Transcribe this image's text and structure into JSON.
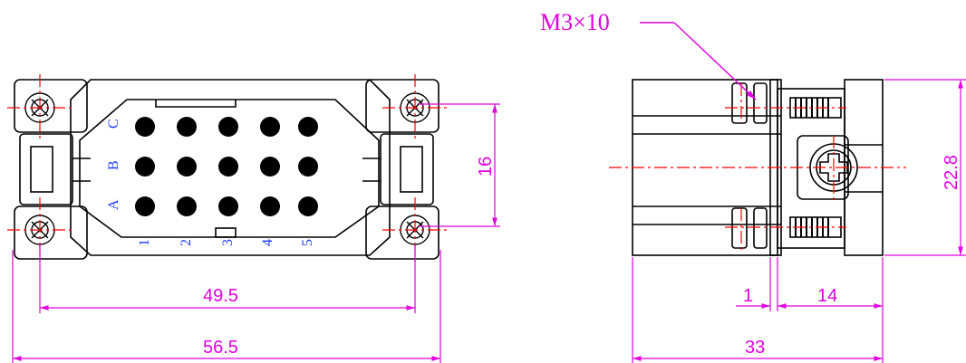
{
  "annotation": {
    "thread": "M3×10"
  },
  "front_view": {
    "row_labels": [
      "C",
      "B",
      "A"
    ],
    "column_labels": [
      "1",
      "2",
      "3",
      "4",
      "5"
    ],
    "dims": {
      "height": "16",
      "inner_width": "49.5",
      "outer_width": "56.5"
    }
  },
  "side_view": {
    "dims": {
      "thickness": "1",
      "depth": "14",
      "height": "22.8",
      "total_depth": "33"
    }
  },
  "colors": {
    "dimension": "#e000e0",
    "centerline": "#ff0000",
    "label": "#1e3cff",
    "outline": "#000000"
  }
}
